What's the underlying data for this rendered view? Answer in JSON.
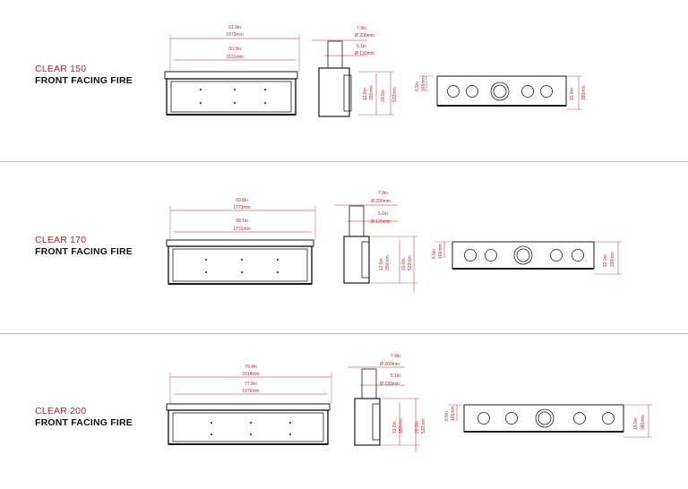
{
  "colors": {
    "accent": "#c0262d",
    "line": "#1a1a1a",
    "divider": "#b9b9b9"
  },
  "sections": [
    {
      "name": "CLEAR 150",
      "subtitle": "FRONT FACING FIRE",
      "front": {
        "overall_in": "61.9in",
        "overall_mm": "1573mm",
        "inner_in": "60.3in",
        "inner_mm": "1531mm"
      },
      "side": {
        "flue_in": "7.9in",
        "flue_mm": "Ø 200mm",
        "liner_in": "5.1in",
        "liner_mm": "Ø 130mm",
        "h1_in": "13.8in",
        "h1_mm": "350mm",
        "h2_in": "20.9in",
        "h2_mm": "532mm"
      },
      "top": {
        "left_in": "6.5in",
        "left_mm": "166mm",
        "right_in": "15.9in",
        "right_mm": "380mm"
      }
    },
    {
      "name": "CLEAR 170",
      "subtitle": "FRONT FACING FIRE",
      "front": {
        "overall_in": "69.8in",
        "overall_mm": "1773mm",
        "inner_in": "68.1in",
        "inner_mm": "1731mm"
      },
      "side": {
        "flue_in": "7.9in",
        "flue_mm": "Ø 200mm",
        "liner_in": "5.1in",
        "liner_mm": "Ø 130mm",
        "h1_in": "13.8in",
        "h1_mm": "350mm",
        "h2_in": "20.9in",
        "h2_mm": "532mm"
      },
      "top": {
        "left_in": "6.5in",
        "left_mm": "166mm",
        "right_in": "13.0in",
        "right_mm": "330mm"
      }
    },
    {
      "name": "CLEAR 200",
      "subtitle": "FRONT FACING FIRE",
      "front": {
        "overall_in": "79.4in",
        "overall_mm": "2018mm",
        "inner_in": "77.8in",
        "inner_mm": "1976mm"
      },
      "side": {
        "flue_in": "7.9in",
        "flue_mm": "Ø 200mm",
        "liner_in": "5.1in",
        "liner_mm": "Ø 130mm",
        "h1_in": "13.8in",
        "h1_mm": "350mm",
        "h2_in": "20.9in",
        "h2_mm": "532mm"
      },
      "top": {
        "left_in": "6.5in",
        "left_mm": "166mm",
        "right_in": "15.9in",
        "right_mm": "380mm"
      }
    }
  ]
}
